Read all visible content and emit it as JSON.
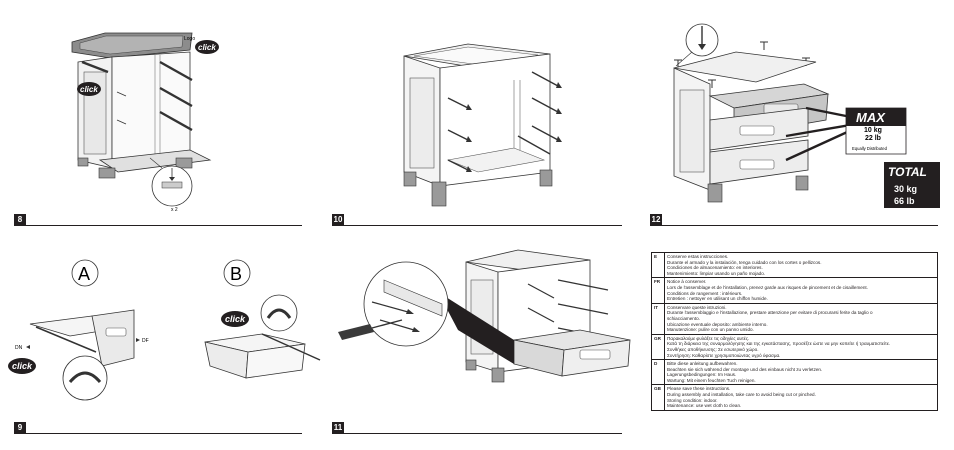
{
  "steps": [
    {
      "number": "8",
      "labels": {
        "logo": "Logo",
        "times": "x 2"
      }
    },
    {
      "number": "9",
      "labels": {
        "variant_a": "A",
        "variant_b": "B",
        "dn": "DN",
        "df": "DF"
      }
    },
    {
      "number": "10"
    },
    {
      "number": "11"
    },
    {
      "number": "12"
    }
  ],
  "click_label": "click",
  "max_badge": {
    "title": "MAX",
    "kg": "10 kg",
    "lb": "22 lb",
    "note": "Equally Distributed"
  },
  "total_badge": {
    "title": "TOTAL",
    "kg": "30 kg",
    "lb": "66 lb"
  },
  "care_instructions": [
    {
      "code": "E",
      "lines": [
        "Conserve estas instrucciones.",
        "Durante el armado y la instalación, tenga cuidado con los cortes o pellizcos.",
        "Condiciones de almacenamiento: en interiores.",
        "Mantenimiento: limpiar usando un paño mojado."
      ]
    },
    {
      "code": "FR",
      "lines": [
        "Notice à conserver.",
        "Lors de l'assemblage et de l'installation, prenez garde aux risques de pincement et de cisaillement.",
        "Conditions de rangement : intérieurs.",
        "Entretien : nettoyer en utilisant un chiffon humide."
      ]
    },
    {
      "code": "IT",
      "lines": [
        "Conservare queste istruzioni.",
        "Durante l'assemblaggio e l'installazione, prestare attenzione per evitare di procurarsi ferite da taglio o",
        "schiacciamento.",
        "Ubicazione eventuale deposito: ambiente interno.",
        "Manutenzione: pulire con un panno umido."
      ]
    },
    {
      "code": "GR",
      "lines": [
        "Παρακαλούμε φυλάξτε τις οδηγίες αυτές.",
        "Κατά τη διάρκεια της συναρμολόγησης και της εγκατάστασης, προσέξτε ώστε να μην κοπείτε ή τραυματιστείτε.",
        "Συνθήκες αποθήκευσης: Σε εσωτερικό χώρο.",
        "Συντήρηση: Καθαρίστε χρησιμοποιώντας υγρό ύφασμα."
      ]
    },
    {
      "code": "D",
      "lines": [
        "Bitte diese anleitung aufbewahren.",
        "Beachten sie sich während der montage und des einbaus nicht zu verletzen.",
        "Lagerungsbedingungen: Im Haus.",
        "Wartung: Mit einem feuchten Tuch reinigen."
      ]
    },
    {
      "code": "GB",
      "lines": [
        "Please save these instructions.",
        "During assembly and installation, take care to avoid being cut or pinched.",
        "Storing condition: indoor.",
        "Maintenance: use wet cloth to clean."
      ]
    }
  ]
}
